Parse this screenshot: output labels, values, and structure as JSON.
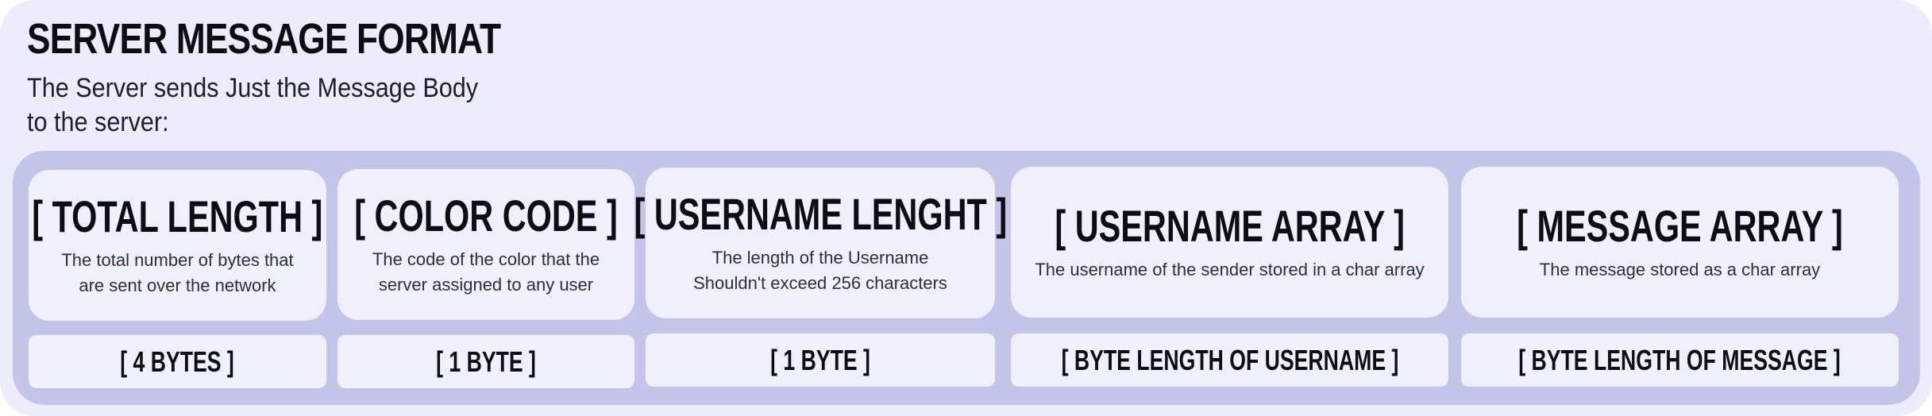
{
  "header": {
    "title": "SERVER MESSAGE FORMAT",
    "subtitle_line1": "The Server sends Just the Message Body",
    "subtitle_line2": "to the server:"
  },
  "fields": [
    {
      "name": "[ TOTAL LENGTH ]",
      "desc_line1": "The total number of bytes that",
      "desc_line2": "are sent over the network",
      "size": "[ 4 BYTES ]"
    },
    {
      "name": "[ COLOR CODE ]",
      "desc_line1": "The code of the color that the",
      "desc_line2": "server assigned to any user",
      "size": "[ 1 BYTE ]"
    },
    {
      "name": "[ USERNAME LENGHT ]",
      "desc_line1": "The length of the Username",
      "desc_line2": "Shouldn't exceed 256 characters",
      "size": "[ 1 BYTE ]"
    },
    {
      "name": "[ USERNAME ARRAY ]",
      "desc_line1": "The username of the sender stored in a char array",
      "size": "[ BYTE LENGTH OF USERNAME ]"
    },
    {
      "name": "[ MESSAGE ARRAY ]",
      "desc_line1": "The message stored as a char array",
      "size": "[ BYTE LENGTH OF MESSAGE ]"
    }
  ]
}
